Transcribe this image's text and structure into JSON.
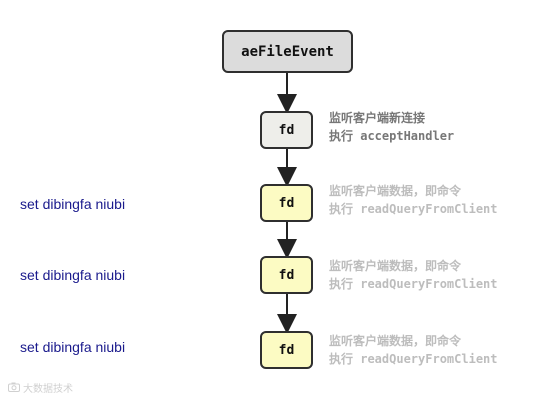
{
  "diagram": {
    "root": {
      "label": "aeFileEvent"
    },
    "nodes": [
      {
        "label": "fd",
        "note_line1": "监听客户端新连接",
        "note_line2": "执行 acceptHandler",
        "command": ""
      },
      {
        "label": "fd",
        "note_line1": "监听客户端数据，即命令",
        "note_line2": "执行 readQueryFromClient",
        "command": "set dibingfa niubi"
      },
      {
        "label": "fd",
        "note_line1": "监听客户端数据，即命令",
        "note_line2": "执行 readQueryFromClient",
        "command": "set dibingfa niubi"
      },
      {
        "label": "fd",
        "note_line1": "监听客户端数据，即命令",
        "note_line2": "执行 readQueryFromClient",
        "command": "set dibingfa niubi"
      }
    ],
    "colors": {
      "root_fill": "#dcdcdc",
      "first_fd_fill": "#eeeeea",
      "fd_fill": "#fcfbc3",
      "border": "#2f2f2f",
      "note_dark": "#777777",
      "note_light": "#bdbdbd",
      "command_text": "#1a1a8c"
    }
  },
  "watermark": {
    "icon": "camera-icon",
    "text": "大数据技术"
  }
}
